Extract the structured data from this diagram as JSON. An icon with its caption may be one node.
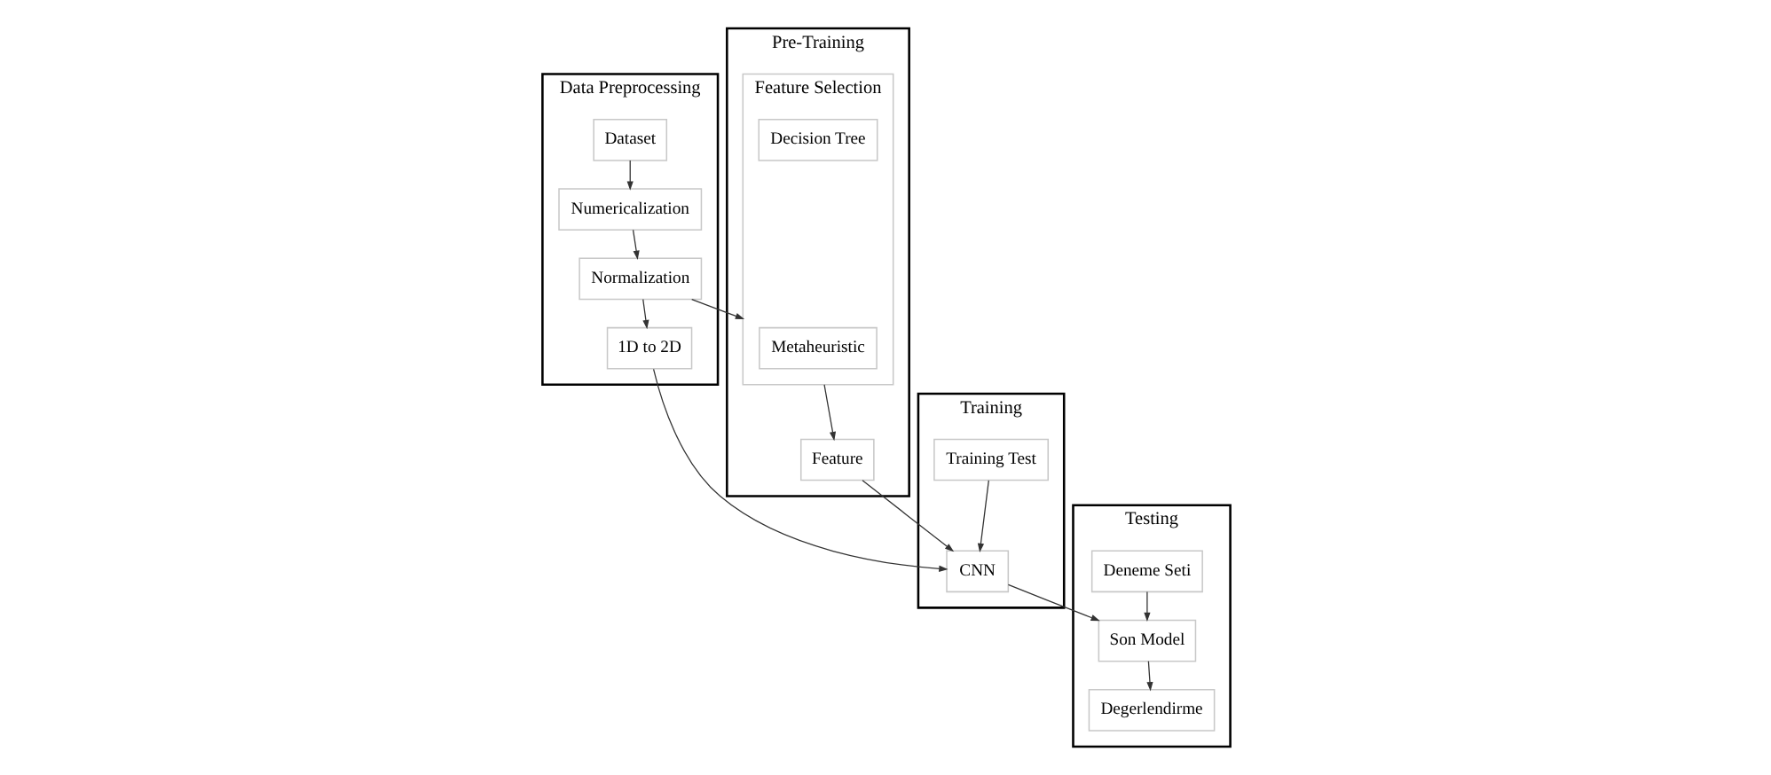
{
  "diagram": {
    "nodes": [
      {
        "text": [
          "Data Preprocessing"
        ]
      },
      {
        "text": [
          "Dataset"
        ],
        "in": 0
      },
      {
        "text": [
          "Numericalization"
        ],
        "in": 0
      },
      {
        "text": [
          "Normalization"
        ],
        "in": 0
      },
      {
        "text": [
          "1D to 2D"
        ],
        "in": 0
      },
      {
        "text": [
          "Pre-Training"
        ]
      },
      {
        "text": [
          "Feature Selection"
        ],
        "in": 5
      },
      {
        "text": [
          "Metaheuristic"
        ],
        "in": 6
      },
      {
        "text": [
          "Decision Tree"
        ],
        "in": 6
      },
      {
        "text": [
          "Feature"
        ],
        "in": 5
      },
      {
        "text": [
          "Training"
        ]
      },
      {
        "text": [
          "Training Test"
        ],
        "in": 10
      },
      {
        "text": [
          "CNN"
        ],
        "in": 10
      },
      {
        "text": [
          "Testing"
        ]
      },
      {
        "text": [
          "Deneme Seti"
        ],
        "in": 13
      },
      {
        "text": [
          "Son Model"
        ],
        "in": 13
      },
      {
        "text": [
          "Degerlendirme"
        ],
        "in": 13
      }
    ],
    "edges": [
      {
        "from": 1,
        "to": 2,
        "arrow": "to"
      },
      {
        "from": 2,
        "to": 3,
        "arrow": "to"
      },
      {
        "from": 3,
        "to": 4,
        "arrow": "to"
      },
      {
        "from": 3,
        "to": 6,
        "arrow": "to"
      },
      {
        "from": 6,
        "to": 9,
        "arrow": "to"
      },
      {
        "from": 9,
        "to": 12,
        "arrow": "to"
      },
      {
        "from": 4,
        "to": 12,
        "arrow": "to"
      },
      {
        "from": 11,
        "to": 12,
        "arrow": "to"
      },
      {
        "from": 12,
        "to": 15,
        "arrow": "to"
      },
      {
        "from": 14,
        "to": 15,
        "arrow": "to"
      },
      {
        "from": 15,
        "to": 16,
        "arrow": "to"
      }
    ]
  }
}
